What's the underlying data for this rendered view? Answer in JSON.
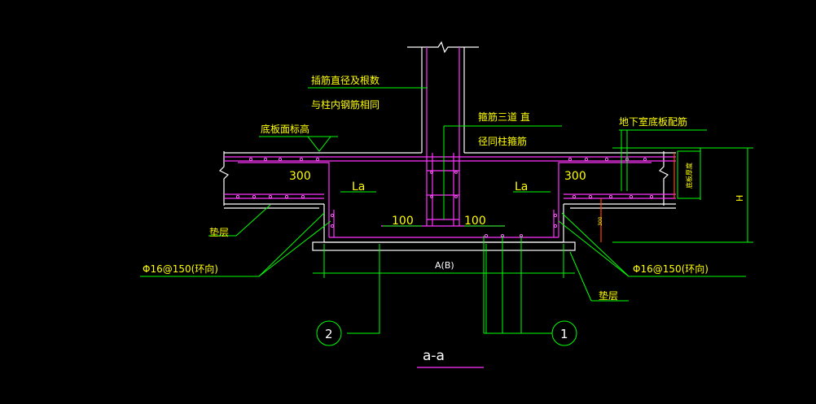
{
  "colors": {
    "background": "#000000",
    "concrete_outline": "#ffffff",
    "rebar": "#ff33ff",
    "leader": "#00ff00",
    "dimension": "#ff4400",
    "text": "#ffff00"
  },
  "labels": {
    "insert_bar": "插筋直径及根数",
    "insert_bar_line2": "与柱内钢筋相同",
    "stirrup": "箍筋三道 直",
    "stirrup_line2": "径同柱箍筋",
    "slab_top_elev": "底板面标高",
    "basement_slab_rebar": "地下室底板配筋",
    "slab_thickness_vertical": "底板厚度",
    "h_dim": "H",
    "dim_300_left": "300",
    "dim_300_right": "300",
    "la_left": "La",
    "la_right": "La",
    "dim_100_left": "100",
    "dim_100_right": "100",
    "width_ab": "A(B)",
    "cushion_left": "垫层",
    "cushion_right": "垫层",
    "ring_bar_left": "Φ16@150(环向)",
    "ring_bar_right": "Φ16@150(环向)",
    "small_dim": "300",
    "grid_2": "2",
    "grid_1": "1",
    "section_title": "a-a"
  }
}
